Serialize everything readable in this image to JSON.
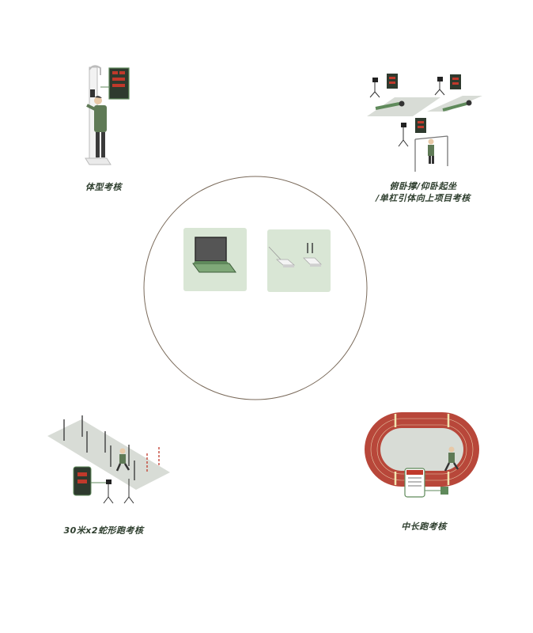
{
  "labels": {
    "body_test": "体型考核",
    "strength_line1": "俯卧撑/仰卧起坐",
    "strength_line2": "/单杠引体向上项目考核",
    "snake_run": "30米x2蛇形跑考核",
    "distance_run": "中长跑考核"
  },
  "colors": {
    "circle_stroke": "#7a6a5a",
    "panel_green": "#d9e6d5",
    "accent_green": "#5f8a5b",
    "dark": "#333333",
    "track_red": "#b8473a",
    "floor_gray": "#d8dcd6",
    "screen_red": "#c0392b"
  }
}
